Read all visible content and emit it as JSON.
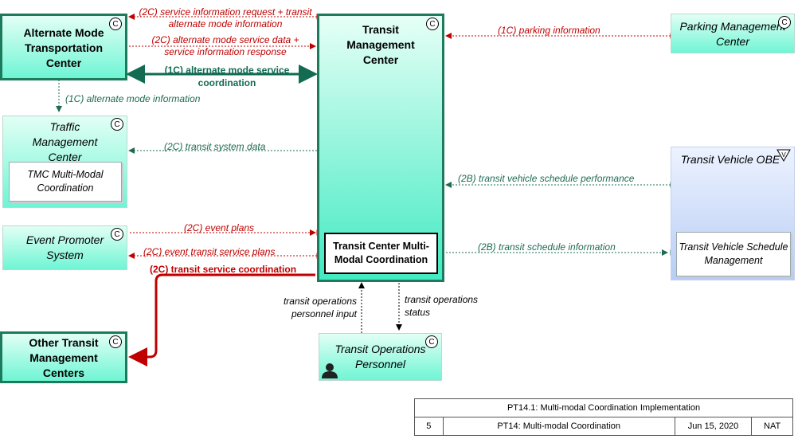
{
  "elements": {
    "alt": {
      "name": "Alternate Mode Transportation Center",
      "badge": "C"
    },
    "tmc_center": {
      "name": "Transit Management Center",
      "badge": "C"
    },
    "parking": {
      "name": "Parking Management Center",
      "badge": "C"
    },
    "traffic": {
      "name": "Traffic Management Center",
      "badge": "C",
      "functional_object": "TMC Multi-Modal Coordination"
    },
    "event": {
      "name": "Event Promoter System",
      "badge": "C"
    },
    "other_transit": {
      "name": "Other Transit Management Centers",
      "badge": "C"
    },
    "operations": {
      "name": "Transit Operations Personnel",
      "badge": "C"
    },
    "vehicle": {
      "name": "Transit Vehicle OBE",
      "badge": "V",
      "functional_object": "Transit Vehicle Schedule Management"
    },
    "tmc_fo": {
      "name": "Transit Center Multi-Modal Coordination"
    }
  },
  "flows": {
    "f1": "(2C) service information request + transit alternate mode information",
    "f2": "(2C) alternate mode service data + service information response",
    "f3": "(1C) alternate mode service coordination",
    "f4": "(1C) alternate mode information",
    "f5": "(2C) transit system data",
    "f6": "(1C) parking information",
    "f7": "(2B) transit vehicle schedule performance",
    "f8": "(2B) transit schedule information",
    "f9": "(2C) event plans",
    "f10": "(2C) event transit service plans",
    "f11": "(2C) transit service coordination",
    "f12": "transit operations personnel input",
    "f13": "transit operations status"
  },
  "footer": {
    "title": "PT14.1: Multi-modal Coordination Implementation",
    "number": "5",
    "package": "PT14: Multi-modal Coordination",
    "date": "Jun 15, 2020",
    "scope": "NAT"
  },
  "colors": {
    "request_flow": "#c00000",
    "info_flow": "#1e6b55",
    "bold_flow": "#136b52",
    "element_fill": "#6ff5d4",
    "vehicle_fill": "#b8ccf5"
  }
}
